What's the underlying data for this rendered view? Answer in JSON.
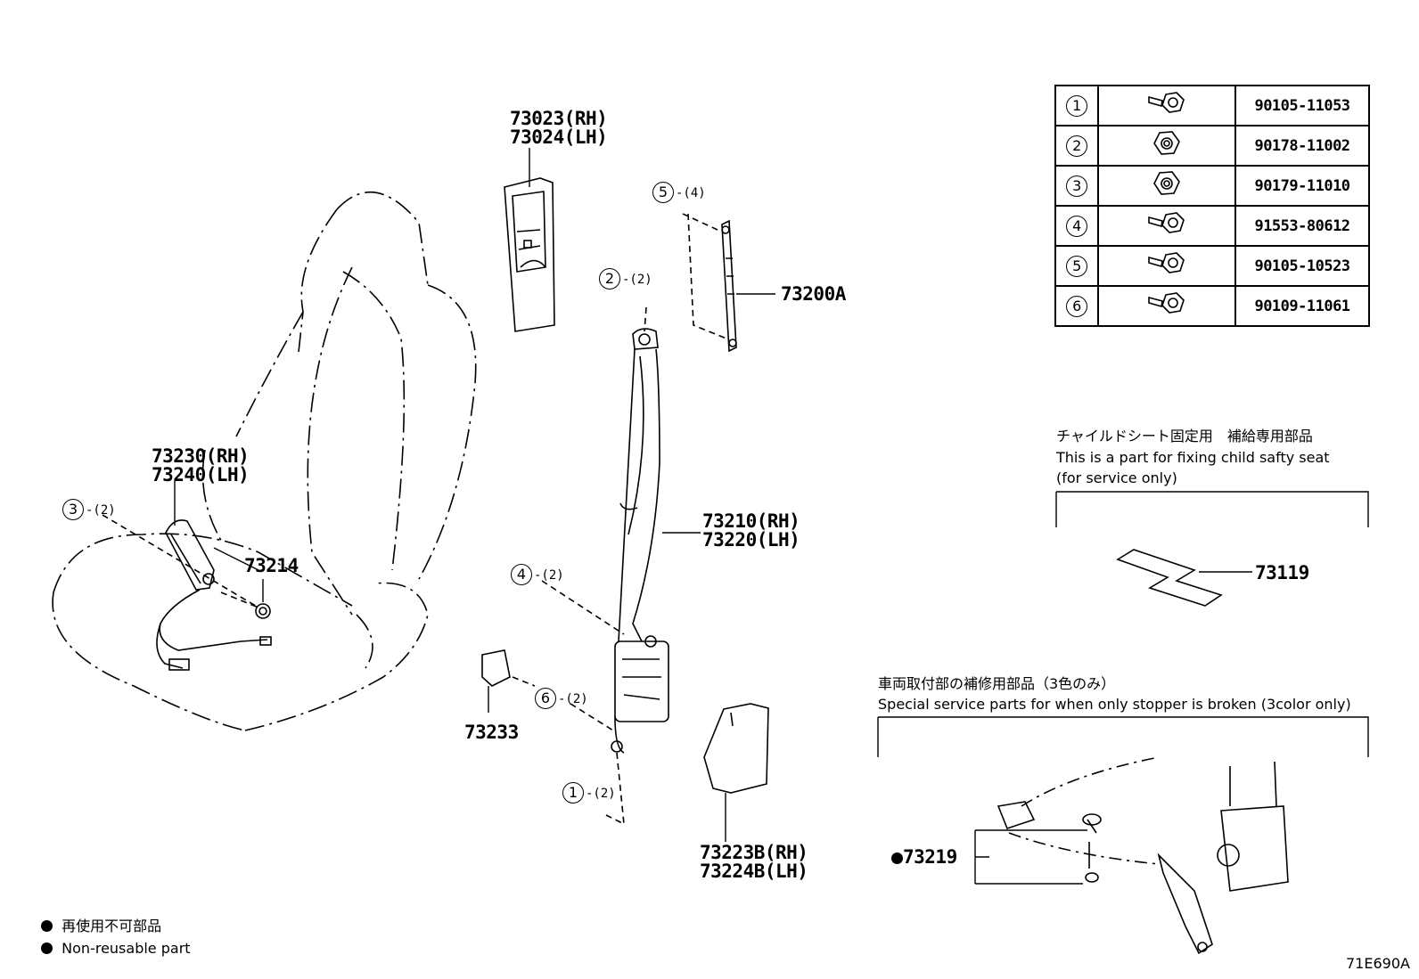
{
  "callouts": {
    "c73023": "73023(RH)",
    "c73024": "73024(LH)",
    "c73200a": "73200A",
    "c73230": "73230(RH)",
    "c73240": "73240(LH)",
    "c73214": "73214",
    "c73210": "73210(RH)",
    "c73220": "73220(LH)",
    "c73233": "73233",
    "c73223b": "73223B(RH)",
    "c73224b": "73224B(LH)",
    "c73119": "73119",
    "c73219": "73219"
  },
  "fastener_refs": [
    {
      "num": "5",
      "qty": "-(4)"
    },
    {
      "num": "2",
      "qty": "-(2)"
    },
    {
      "num": "3",
      "qty": "-(2)"
    },
    {
      "num": "4",
      "qty": "-(2)"
    },
    {
      "num": "6",
      "qty": "-(2)"
    },
    {
      "num": "1",
      "qty": "-(2)"
    }
  ],
  "fastener_table": [
    {
      "num": "1",
      "icon": "bolt-icon",
      "part": "90105-11053"
    },
    {
      "num": "2",
      "icon": "nut-icon",
      "part": "90178-11002"
    },
    {
      "num": "3",
      "icon": "nut-icon",
      "part": "90179-11010"
    },
    {
      "num": "4",
      "icon": "bolt-icon",
      "part": "91553-80612"
    },
    {
      "num": "5",
      "icon": "bolt-icon",
      "part": "90105-10523"
    },
    {
      "num": "6",
      "icon": "bolt-icon",
      "part": "90109-11061"
    }
  ],
  "child_seat_note": {
    "jp": "チャイルドシート固定用　補給専用部品",
    "en1": "This is a part for fixing child safty seat",
    "en2": "(for service only)"
  },
  "stopper_note": {
    "jp": "車両取付部の補修用部品（3色のみ）",
    "en": "Special service parts for when only stopper is broken (3color only)"
  },
  "legend": {
    "jp": "再使用不可部品",
    "en": "Non-reusable part"
  },
  "diagram_code": "71E690A"
}
